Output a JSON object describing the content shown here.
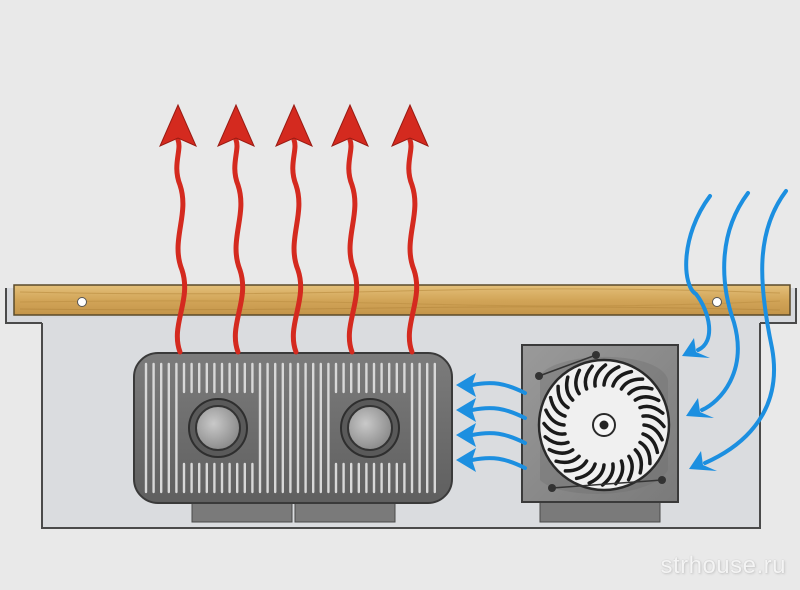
{
  "watermark": {
    "text": "strhouse.ru"
  },
  "colors": {
    "background": "#e9e9e9",
    "housing": "#d7d9dd",
    "grille": "#d4a85a",
    "radiator": "#6f6f6f",
    "fan_housing": "#8a8a8a",
    "warm_air": "#d42a1f",
    "cool_air": "#1c8fe0"
  },
  "components": [
    {
      "name": "floor-grille",
      "icon": "wood-grille"
    },
    {
      "name": "heat-exchanger",
      "icon": "finned-radiator"
    },
    {
      "name": "tangential-fan",
      "icon": "fan-impeller"
    },
    {
      "name": "trench-housing",
      "icon": "metal-trough"
    }
  ],
  "airflow": {
    "warm_outflow_arrows": 5,
    "cool_inflow_arrows": 3,
    "fan_to_radiator_arrows": 4
  }
}
